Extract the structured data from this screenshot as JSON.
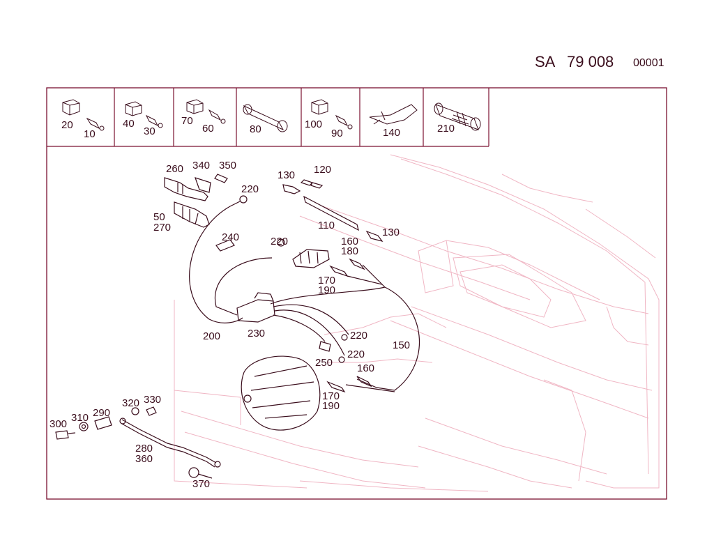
{
  "header": {
    "prefix": "SA",
    "code": "79 008",
    "sheet": "00001"
  },
  "colors": {
    "ink": "#3a0d1c",
    "frame": "#7a1030",
    "background_sketch": "#f0b6c4"
  },
  "legend_parts": {
    "cell1": [
      "20",
      "10"
    ],
    "cell2": [
      "40",
      "30"
    ],
    "cell3": [
      "70",
      "60"
    ],
    "cell4": [
      "80"
    ],
    "cell5": [
      "100",
      "90"
    ],
    "cell6": [
      "140"
    ],
    "cell7": [
      "210"
    ]
  },
  "callouts": {
    "c260": "260",
    "c340": "340",
    "c350": "350",
    "c220a": "220",
    "c50": "50",
    "c270": "270",
    "c130a": "130",
    "c120": "120",
    "c110": "110",
    "c130b": "130",
    "c240": "240",
    "c220b": "220",
    "c160a": "160",
    "c180": "180",
    "c170a": "170",
    "c190a": "190",
    "c200": "200",
    "c230": "230",
    "c220c": "220",
    "c220d": "220",
    "c250": "250",
    "c150": "150",
    "c160b": "160",
    "c170b": "170",
    "c190b": "190",
    "c300": "300",
    "c310": "310",
    "c290": "290",
    "c320": "320",
    "c330": "330",
    "c280": "280",
    "c360": "360",
    "c370": "370"
  }
}
